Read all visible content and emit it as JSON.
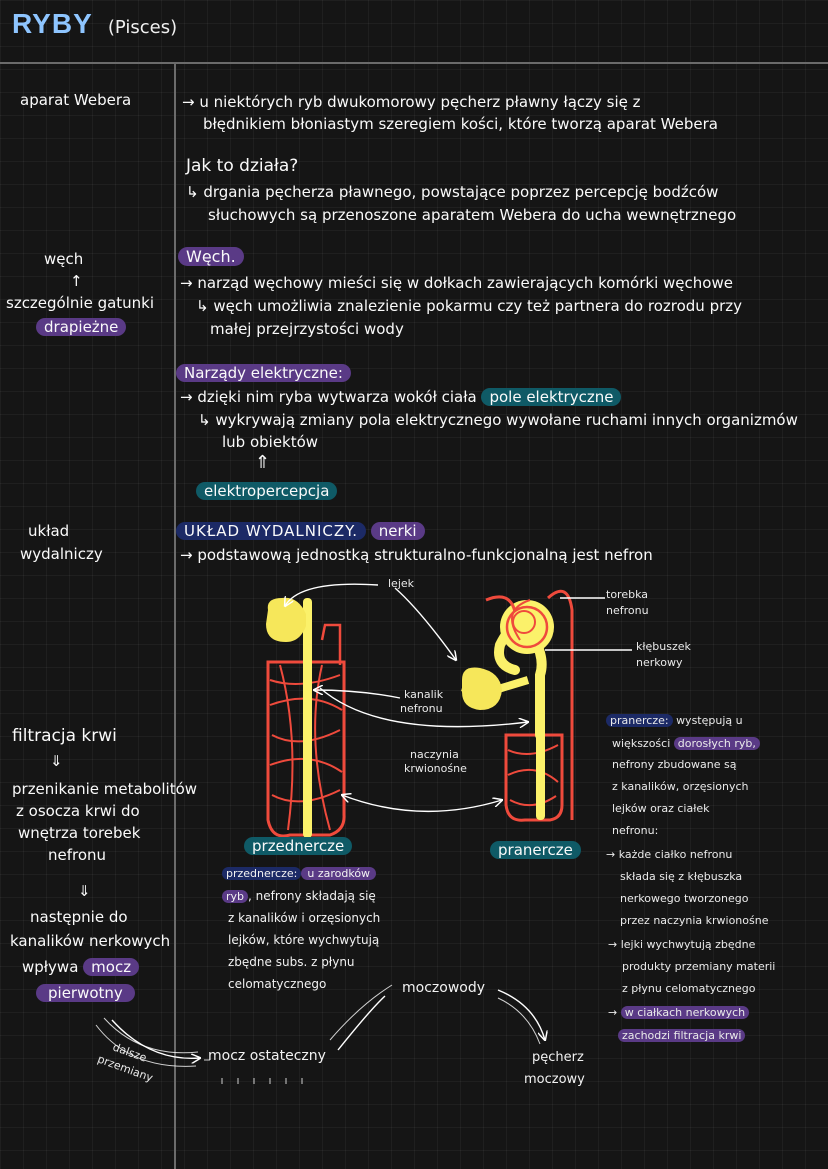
{
  "header": {
    "title": "RYBY",
    "subtitle": "(Pisces)"
  },
  "left": {
    "weber": "aparat Webera",
    "wech": "węch",
    "arrow_up": "↑",
    "szczegolnie": "szczególnie gatunki",
    "drapiezne": "drapieżne",
    "uklad1": "układ",
    "uklad2": "wydalniczy",
    "filtracja": "filtracja krwi",
    "down1": "⇓",
    "przenikanie1": "przenikanie metabolitów",
    "przenikanie2": "z osocza krwi do",
    "przenikanie3": "wnętrza torebek",
    "przenikanie4": "nefronu",
    "down2": "⇓",
    "nastepnie1": "następnie do",
    "nastepnie2": "kanalików nerkowych",
    "nastepnie3": "wpływa",
    "mocz": "mocz",
    "pierwotny": "pierwotny"
  },
  "weber": {
    "l1": "→ u niektórych ryb dwukomorowy pęcherz pławny łączy się z",
    "l2": "błędnikiem błoniastym szeregiem kości, które tworzą aparat Webera",
    "q": "Jak to działa?",
    "a1": "↳ drgania pęcherza pławnego, powstające poprzez percepcję bodźców",
    "a2": "słuchowych są przenoszone aparatem Webera do ucha wewnętrznego"
  },
  "wech": {
    "title": "Węch.",
    "l1": "→ narząd węchowy mieści się w dołkach zawierających komórki węchowe",
    "l2": "↳ węch umożliwia znalezienie pokarmu czy też partnera do rozrodu przy",
    "l3": "małej przejrzystości wody"
  },
  "elec": {
    "title": "Narządy elektryczne:",
    "l1": "→ dzięki nim ryba wytwarza wokół ciała",
    "pole": "pole elektryczne",
    "l2": "↳ wykrywają zmiany pola elektrycznego wywołane ruchami innych organizmów",
    "l3": "lub obiektów",
    "arrow": "⇑",
    "elektro": "elektropercepcja"
  },
  "excretory": {
    "title": "UKŁAD WYDALNICZY.",
    "nerki": "nerki",
    "l1": "→ podstawową jednostką strukturalno-funkcjonalną jest nefron"
  },
  "diagram": {
    "lejek": "lejek",
    "kanalik1": "kanalik",
    "kanalik2": "nefronu",
    "naczynia1": "naczynia",
    "naczynia2": "krwionośne",
    "torebka1": "torebka",
    "torebka2": "nefronu",
    "klebuszek1": "kłębuszek",
    "klebuszek2": "nerkowy",
    "przednercze": "przednercze",
    "pranercze": "pranercze",
    "moczowody": "moczowody",
    "mocz_ost": "mocz ostateczny",
    "dalsze1": "dalsze",
    "dalsze2": "przemiany",
    "pecherz1": "pęcherz",
    "pecherz2": "moczowy"
  },
  "przed_note": {
    "hl1": "przednercze:",
    "hl2": "u zarodków",
    "hl3": "ryb",
    "l1": ", nefrony składają się",
    "l2": "z kanalików i orzęsionych",
    "l3": "lejków, które wychwytują",
    "l4": "zbędne subs. z płynu",
    "l5": "celomatycznego"
  },
  "pra_note": {
    "hl1": "pranercze:",
    "l1": "występują u",
    "l2a": "większości",
    "hl2": "dorosłych ryb,",
    "l3": "nefrony zbudowane są",
    "l4": "z kanalików, orzęsionych",
    "l5": "lejków oraz ciałek",
    "l6": "nefronu:",
    "l7": "→ każde ciałko nefronu",
    "l8": "składa się z kłębuszka",
    "l9": "nerkowego tworzonego",
    "l10": "przez naczynia krwionośne",
    "l11": "→ lejki wychwytują zbędne",
    "l12": "produkty przemiany materii",
    "l13": "z płynu celomatycznego",
    "l14": "→",
    "hl3": "w ciałkach nerkowych",
    "hl4": "zachodzi filtracja krwi"
  },
  "colors": {
    "background": "#151515",
    "purple": "#5a3a86",
    "teal": "#0f5a66",
    "navy": "#1c2a66",
    "title_blue": "#8ec5ff",
    "red": "#ef4a3c",
    "yellow": "#fbf16a"
  }
}
